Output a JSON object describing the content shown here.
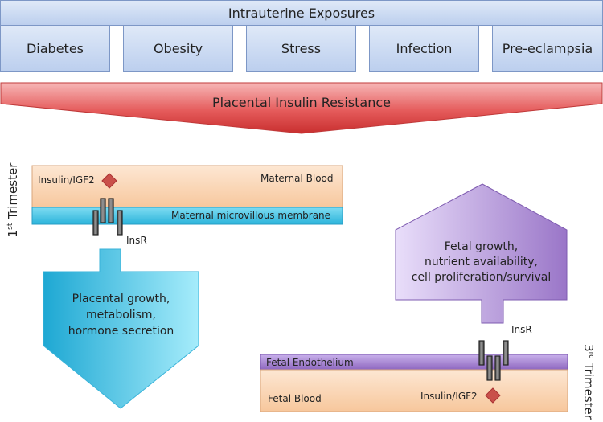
{
  "header": {
    "title": "Intrauterine Exposures"
  },
  "exposures": [
    "Diabetes",
    "Obesity",
    "Stress",
    "Infection",
    "Pre-eclampsia"
  ],
  "banner": {
    "label": "Placental Insulin Resistance"
  },
  "first_trimester": {
    "ordinal": "1",
    "suffix": "st",
    "word": "Trimester",
    "ligand": "Insulin/IGF2",
    "maternal_blood": "Maternal Blood",
    "membrane": "Maternal microvillous membrane",
    "receptor": "InsR",
    "outcome_lines": [
      "Placental growth,",
      "metabolism,",
      "hormone secretion"
    ]
  },
  "third_trimester": {
    "ordinal": "3",
    "suffix": "rd",
    "word": "Trimester",
    "outcome_lines": [
      "Fetal growth,",
      "nutrient availability,",
      "cell proliferation/survival"
    ],
    "receptor": "InsR",
    "endothelium": "Fetal Endothelium",
    "fetal_blood": "Fetal Blood",
    "ligand": "Insulin/IGF2"
  }
}
